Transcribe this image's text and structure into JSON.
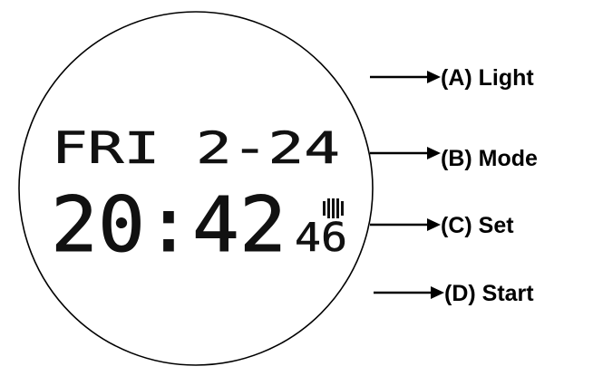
{
  "watch": {
    "date_line": "FRI 2-24",
    "time": "20:42",
    "seconds": "46",
    "alarm_indicator": "sound-waves-icon"
  },
  "buttons": [
    {
      "id": "A",
      "label": "(A) Light"
    },
    {
      "id": "B",
      "label": "(B) Mode"
    },
    {
      "id": "C",
      "label": "(C) Set"
    },
    {
      "id": "D",
      "label": "(D) Start"
    }
  ],
  "colors": {
    "ink": "#000000",
    "face": "#ffffff"
  }
}
